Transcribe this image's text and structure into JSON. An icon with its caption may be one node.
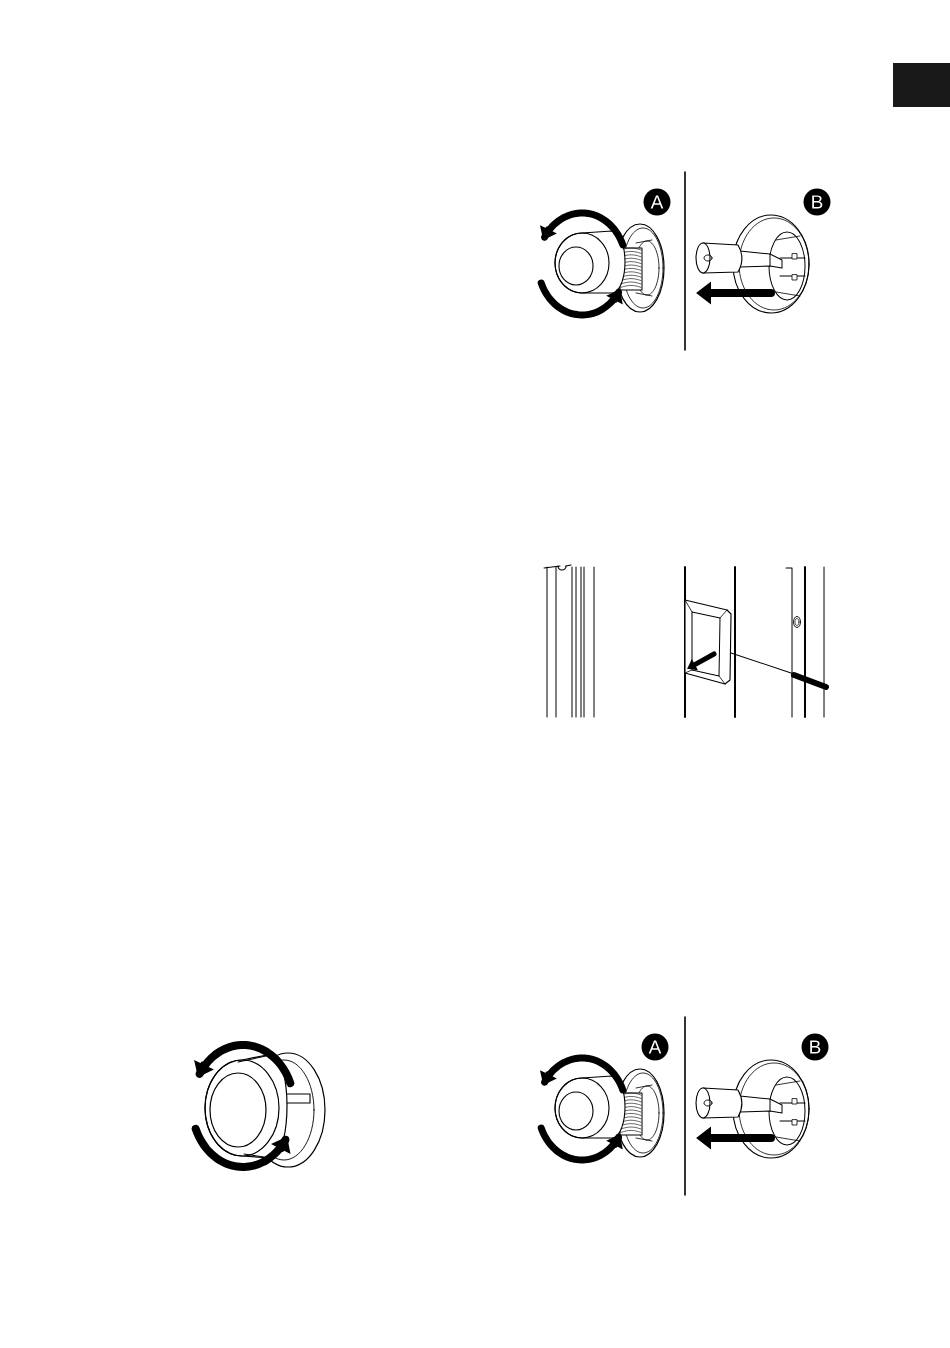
{
  "diagram": {
    "labels": [
      "A",
      "B",
      "A",
      "B"
    ]
  }
}
